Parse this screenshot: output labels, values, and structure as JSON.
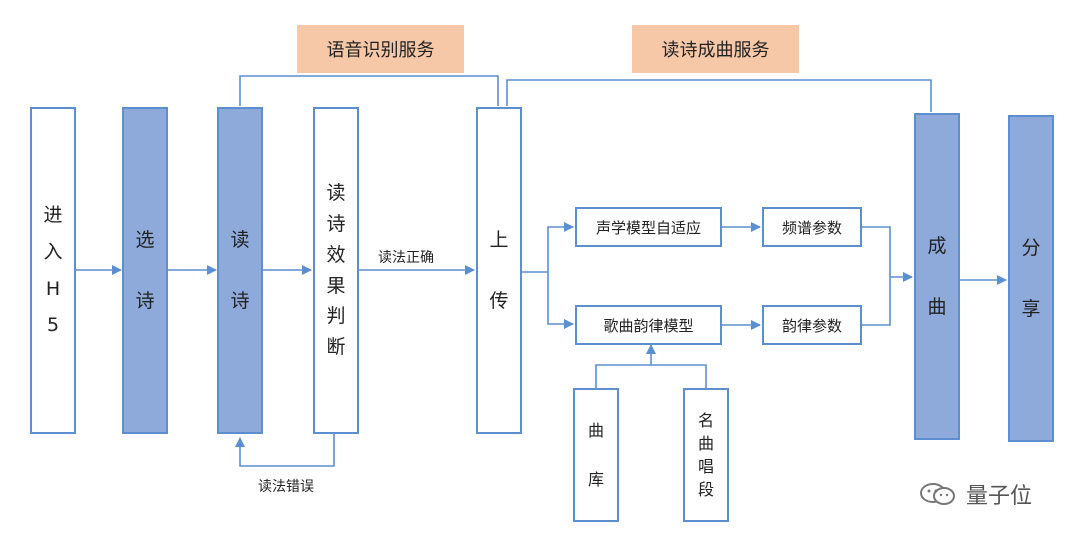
{
  "services": {
    "speech": "语音识别服务",
    "poem_song": "读诗成曲服务"
  },
  "steps": {
    "enter": [
      "进",
      "入",
      "H",
      "5"
    ],
    "select": [
      "选",
      "诗"
    ],
    "read": [
      "读",
      "诗"
    ],
    "judge": [
      "读",
      "诗",
      "效",
      "果",
      "判",
      "断"
    ],
    "upload": [
      "上",
      "传"
    ],
    "compose": [
      "成",
      "曲"
    ],
    "share": [
      "分",
      "享"
    ],
    "library": [
      "曲",
      "库"
    ],
    "famous": [
      "名",
      "曲",
      "唱",
      "段"
    ]
  },
  "models": {
    "acoustic": "声学模型自适应",
    "melody": "歌曲韵律模型",
    "spectrum": "频谱参数",
    "rhythm": "韵律参数"
  },
  "labels": {
    "correct": "读法正确",
    "wrong": "读法错误"
  },
  "watermark": "量子位",
  "colors": {
    "border": "#5b8fd0",
    "fill": "#8eaadb",
    "service_bg": "#f7c8a8",
    "line": "#5b8fd0"
  }
}
